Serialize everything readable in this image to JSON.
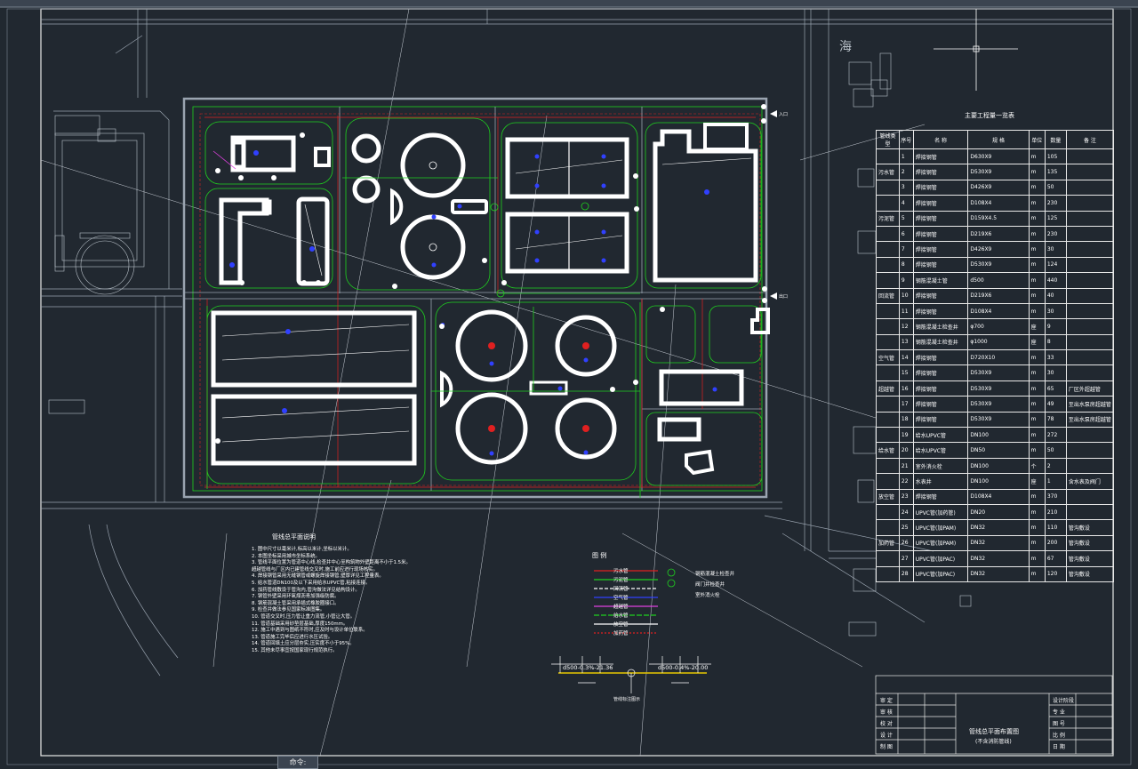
{
  "drawing": {
    "table_title": "主要工程量一览表",
    "table_headers": [
      "管线类型",
      "序号",
      "名 称",
      "规 格",
      "单位",
      "数量",
      "备 注"
    ],
    "table_rows": [
      {
        "group": "",
        "no": "1",
        "name": "焊接钢管",
        "spec": "D630X9",
        "unit": "m",
        "qty": "105",
        "note": ""
      },
      {
        "group": "污水管",
        "no": "2",
        "name": "焊接钢管",
        "spec": "D530X9",
        "unit": "m",
        "qty": "135",
        "note": ""
      },
      {
        "group": "",
        "no": "3",
        "name": "焊接钢管",
        "spec": "D426X9",
        "unit": "m",
        "qty": "50",
        "note": ""
      },
      {
        "group": "",
        "no": "4",
        "name": "焊接钢管",
        "spec": "D108X4",
        "unit": "m",
        "qty": "230",
        "note": ""
      },
      {
        "group": "污泥管",
        "no": "5",
        "name": "焊接钢管",
        "spec": "D159X4.5",
        "unit": "m",
        "qty": "125",
        "note": ""
      },
      {
        "group": "",
        "no": "6",
        "name": "焊接钢管",
        "spec": "D219X6",
        "unit": "m",
        "qty": "230",
        "note": ""
      },
      {
        "group": "",
        "no": "7",
        "name": "焊接钢管",
        "spec": "D426X9",
        "unit": "m",
        "qty": "30",
        "note": ""
      },
      {
        "group": "",
        "no": "8",
        "name": "焊接钢管",
        "spec": "D530X9",
        "unit": "m",
        "qty": "124",
        "note": ""
      },
      {
        "group": "",
        "no": "9",
        "name": "钢筋混凝土管",
        "spec": "d500",
        "unit": "m",
        "qty": "440",
        "note": ""
      },
      {
        "group": "回流管",
        "no": "10",
        "name": "焊接钢管",
        "spec": "D219X6",
        "unit": "m",
        "qty": "40",
        "note": ""
      },
      {
        "group": "",
        "no": "11",
        "name": "焊接钢管",
        "spec": "D108X4",
        "unit": "m",
        "qty": "30",
        "note": ""
      },
      {
        "group": "",
        "no": "12",
        "name": "钢筋混凝土检查井",
        "spec": "φ700",
        "unit": "座",
        "qty": "9",
        "note": ""
      },
      {
        "group": "",
        "no": "13",
        "name": "钢筋混凝土检查井",
        "spec": "φ1000",
        "unit": "座",
        "qty": "8",
        "note": ""
      },
      {
        "group": "空气管",
        "no": "14",
        "name": "焊接钢管",
        "spec": "D720X10",
        "unit": "m",
        "qty": "33",
        "note": ""
      },
      {
        "group": "",
        "no": "15",
        "name": "焊接钢管",
        "spec": "D530X9",
        "unit": "m",
        "qty": "30",
        "note": ""
      },
      {
        "group": "超越管",
        "no": "16",
        "name": "焊接钢管",
        "spec": "D530X9",
        "unit": "m",
        "qty": "65",
        "note": "厂区外超越管"
      },
      {
        "group": "",
        "no": "17",
        "name": "焊接钢管",
        "spec": "D530X9",
        "unit": "m",
        "qty": "49",
        "note": "至出水泵房超越管"
      },
      {
        "group": "",
        "no": "18",
        "name": "焊接钢管",
        "spec": "D530X9",
        "unit": "m",
        "qty": "78",
        "note": "至出水泵房超越管"
      },
      {
        "group": "",
        "no": "19",
        "name": "给水UPVC管",
        "spec": "DN100",
        "unit": "m",
        "qty": "272",
        "note": ""
      },
      {
        "group": "给水管",
        "no": "20",
        "name": "给水UPVC管",
        "spec": "DN50",
        "unit": "m",
        "qty": "50",
        "note": ""
      },
      {
        "group": "",
        "no": "21",
        "name": "室外消火栓",
        "spec": "DN100",
        "unit": "个",
        "qty": "2",
        "note": ""
      },
      {
        "group": "",
        "no": "22",
        "name": "水表井",
        "spec": "DN100",
        "unit": "座",
        "qty": "1",
        "note": "含水表及阀门"
      },
      {
        "group": "放空管",
        "no": "23",
        "name": "焊接钢管",
        "spec": "D108X4",
        "unit": "m",
        "qty": "370",
        "note": ""
      },
      {
        "group": "",
        "no": "24",
        "name": "UPVC管(加药管)",
        "spec": "DN20",
        "unit": "m",
        "qty": "210",
        "note": ""
      },
      {
        "group": "",
        "no": "25",
        "name": "UPVC管(加PAM)",
        "spec": "DN32",
        "unit": "m",
        "qty": "110",
        "note": "管沟敷设"
      },
      {
        "group": "加药管",
        "no": "26",
        "name": "UPVC管(加PAM)",
        "spec": "DN32",
        "unit": "m",
        "qty": "200",
        "note": "管沟敷设"
      },
      {
        "group": "",
        "no": "27",
        "name": "UPVC管(加PAC)",
        "spec": "DN32",
        "unit": "m",
        "qty": "67",
        "note": "管沟敷设"
      },
      {
        "group": "",
        "no": "28",
        "name": "UPVC管(加PAC)",
        "spec": "DN32",
        "unit": "m",
        "qty": "120",
        "note": "管沟敷设"
      }
    ],
    "notes_title": "管线总平面说明",
    "notes": [
      "1. 图中尺寸以毫米计,标高以米计,坐标以米计。",
      "2. 本图坐标采用城市坐标系统。",
      "3. 管线平面位置为管道中心线,检查井中心至构筑物外壁距离不小于1.5米。",
      "   超越管线与厂区内已建管线交叉时,施工前应进行现场核实。",
      "4. 焊接钢管采用无缝钢管或螺旋焊接钢管,壁厚详见工程量表。",
      "5. 给水管道DN100及以下采用给水UPVC管,粘接连接。",
      "6. 加药管线敷设于管沟内,管沟做法详见结构设计。",
      "7. 钢管外壁采用环氧煤沥青加强级防腐。",
      "8. 钢筋混凝土管采用承插式橡胶圈接口。",
      "9. 检查井做法参见国家标准图集。",
      "10. 管道交叉时,压力管让重力流管,小管让大管。",
      "11. 管道基础采用砂垫层基础,厚度150mm。",
      "12. 施工中遇到与图纸不符时,应及时与设计单位联系。",
      "13. 管道施工完毕后应进行水压试验。",
      "14. 管道回填土应分层夯实,压实度不小于95%。",
      "15. 其他未尽事宜按国家现行规范执行。"
    ],
    "legend_title": "图 例",
    "legend_items": [
      "污水管",
      "污泥管",
      "回流管",
      "空气管",
      "超越管",
      "给水管",
      "放空管",
      "加药管"
    ],
    "legend_symbols": [
      "钢筋混凝土检查井",
      "阀门井检查井",
      "室外消火栓"
    ],
    "pipe_label_1": "d500-0.3%-21.36",
    "pipe_label_2": "d500-0.4%-20.00",
    "pipe_caption": "管线标注图示",
    "title_block": {
      "drawing_name": "管线总平面布置图",
      "drawing_sub": "(不含消防管线)",
      "rows_left": [
        "审 定",
        "审 核",
        "校 对",
        "设 计",
        "制 图"
      ],
      "rows_right": [
        "设计阶段",
        "专 业",
        "图 号",
        "比 例",
        "日 期"
      ]
    },
    "command_label": "命令:",
    "wind_char": "海",
    "marker_1": "入口",
    "marker_2": "出口"
  }
}
